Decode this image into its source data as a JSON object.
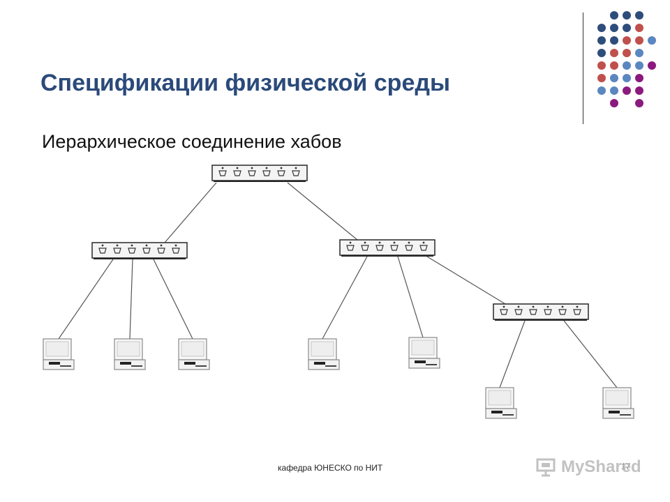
{
  "slide": {
    "title": "Спецификации физической среды",
    "subtitle": "Иерархическое соединение хабов"
  },
  "footer": {
    "text": "кафедра ЮНЕСКО по НИТ",
    "page_number": "17"
  },
  "watermark": {
    "text": "MyShared"
  },
  "colors": {
    "title": "#2b4a7a",
    "dot_navy": "#2e4d7b",
    "dot_rose": "#c0504d",
    "dot_blue": "#5b87c0",
    "dot_purple": "#8b1a7e",
    "line": "#444444"
  },
  "diagram": {
    "hubs": [
      "hub-root",
      "hub-left",
      "hub-right",
      "hub-right-child"
    ],
    "computers": [
      "pc-1",
      "pc-2",
      "pc-3",
      "pc-4",
      "pc-5",
      "pc-6",
      "pc-7"
    ]
  }
}
